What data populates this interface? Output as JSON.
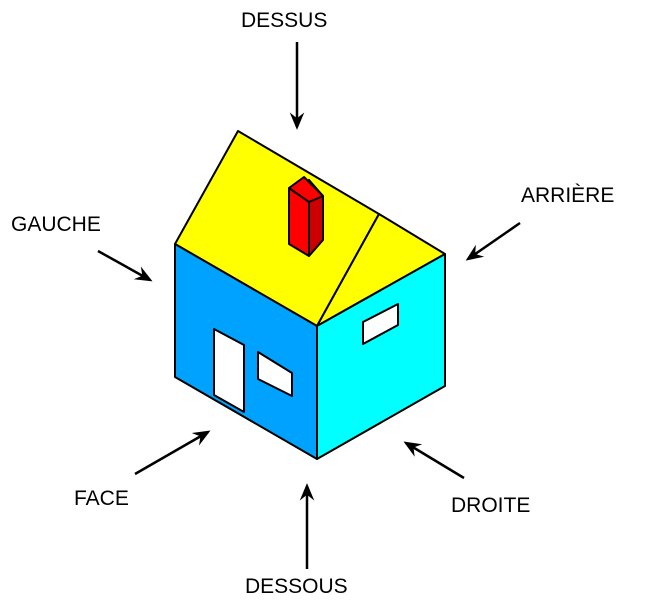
{
  "labels": {
    "top": "DESSUS",
    "back": "ARRIÈRE",
    "left": "GAUCHE",
    "front": "FACE",
    "right": "DROITE",
    "bottom": "DESSOUS"
  },
  "colors": {
    "roof": "#ffff00",
    "front_wall": "#00a2ff",
    "side_wall": "#00ffff",
    "chimney_front": "#ff0000",
    "chimney_side": "#cc0000",
    "opening": "#ffffff",
    "outline": "#000000"
  }
}
